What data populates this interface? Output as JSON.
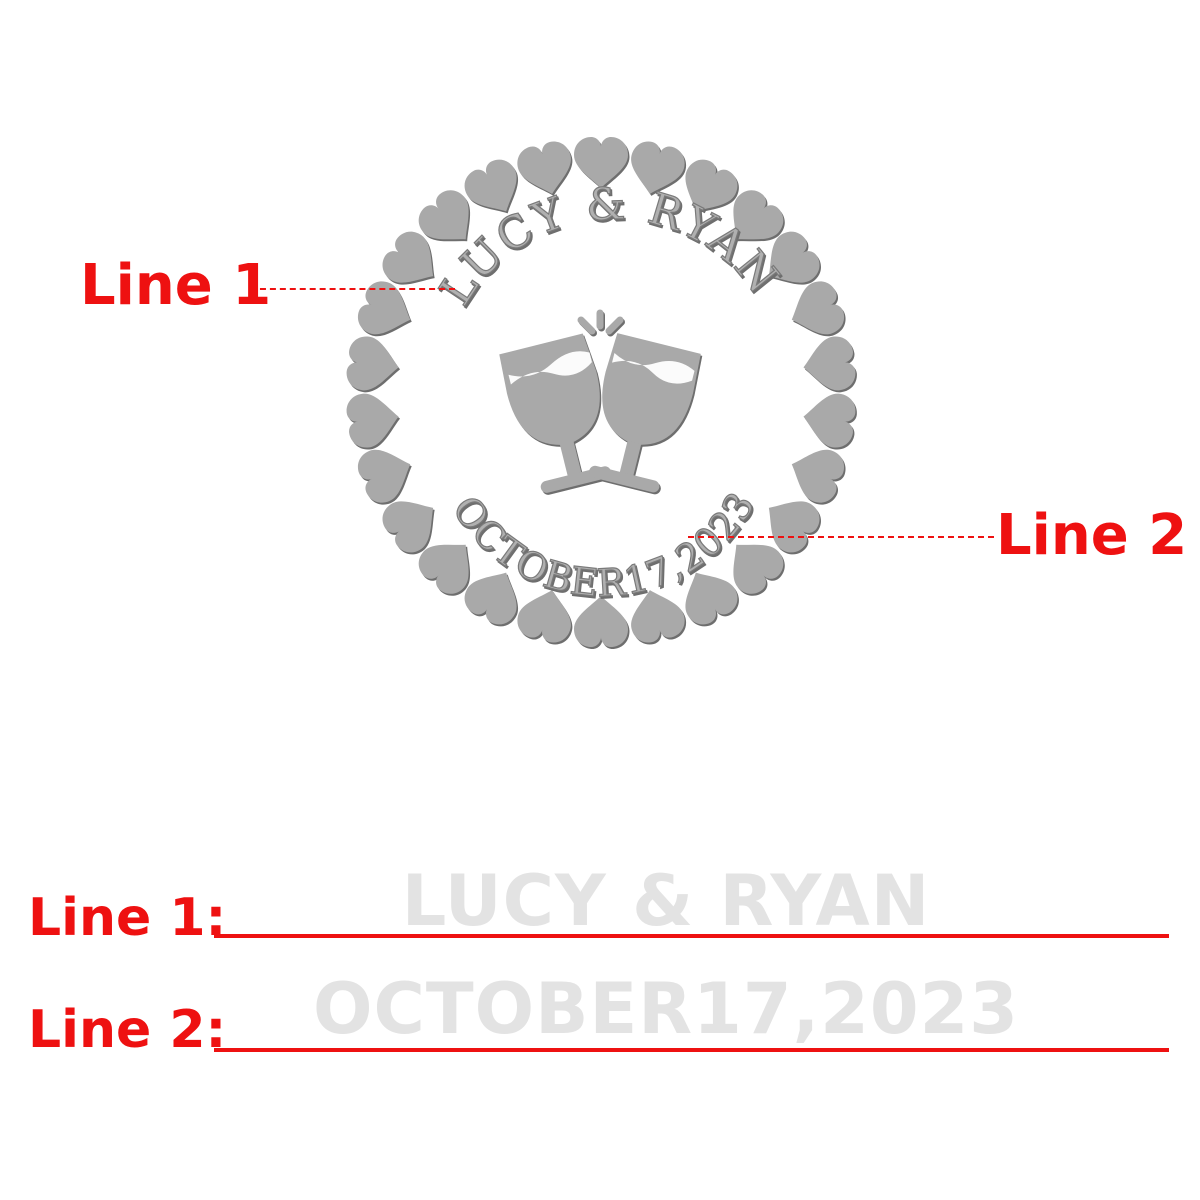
{
  "seal": {
    "line1": "LUCY & RYAN",
    "line2": "OCTOBER17,2023",
    "heart_count": 26,
    "icon": "toasting-wine-glasses-icon",
    "color": "#a9a9a9",
    "emboss_shadow": "#777777"
  },
  "callouts": {
    "line1_label": "Line 1",
    "line2_label": "Line 2",
    "color": "#ee1111"
  },
  "form": {
    "line1": {
      "label": "Line 1:",
      "value": "LUCY & RYAN"
    },
    "line2": {
      "label": "Line 2:",
      "value": "OCTOBER17,2023"
    },
    "label_color": "#ee1111",
    "value_color": "#e3e3e3"
  }
}
